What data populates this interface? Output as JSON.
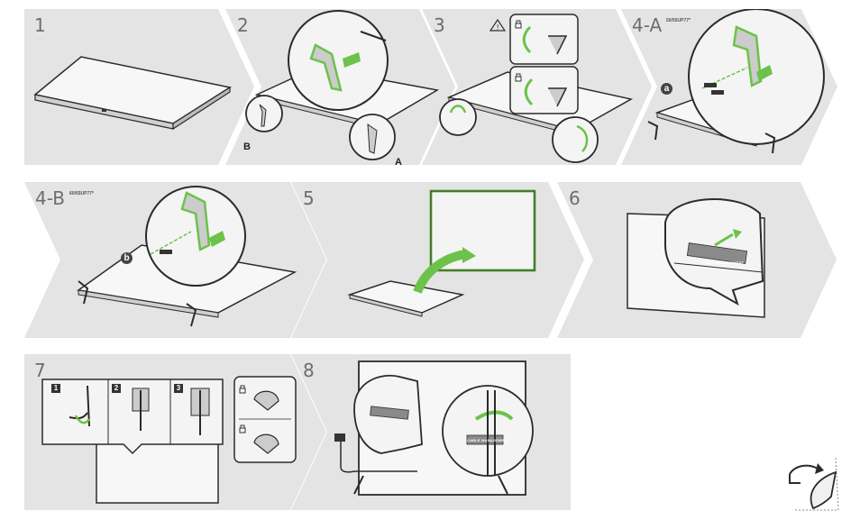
{
  "steps": {
    "s1": {
      "num": "1"
    },
    "s2": {
      "num": "2",
      "label_a": "A",
      "label_b": "B"
    },
    "s3": {
      "num": "3"
    },
    "s4a": {
      "num": "4-A",
      "model": "50/55UP77*",
      "callout": "a"
    },
    "s4b": {
      "num": "4-B",
      "model": "60/65UP77*",
      "callout": "b"
    },
    "s5": {
      "num": "5"
    },
    "s6": {
      "num": "6",
      "tag": "CABLE MANAGEMENT"
    },
    "s7": {
      "num": "7",
      "sub1": "1",
      "sub2": "2",
      "sub3": "3"
    },
    "s8": {
      "num": "8",
      "tag": "CABLE MANAGEMENT"
    }
  },
  "colors": {
    "panel": "#e4e4e4",
    "accent": "#6cc24a",
    "line": "#2b2b2b"
  },
  "icons": [
    "warning-icon",
    "lock-icon",
    "page-turn-icon"
  ]
}
